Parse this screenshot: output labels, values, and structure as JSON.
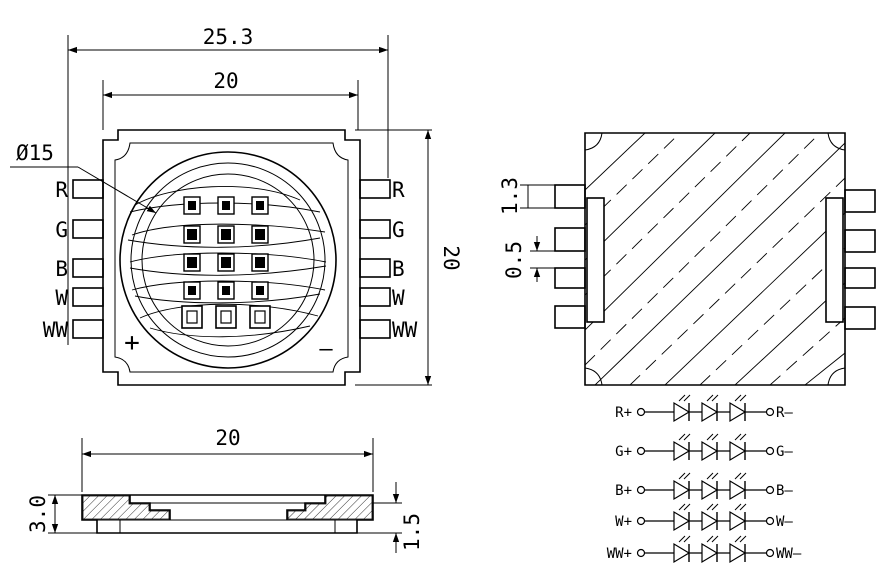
{
  "top_view": {
    "dim_overall_width": "25.3",
    "dim_body_width": "20",
    "dim_body_height": "20",
    "dim_lens_diameter": "Ø15",
    "pins_left": [
      "R",
      "G",
      "B",
      "W",
      "WW"
    ],
    "pins_right": [
      "R",
      "G",
      "B",
      "W",
      "WW"
    ],
    "polarity_plus": "+",
    "polarity_minus": "—"
  },
  "side_view": {
    "dim_width": "20",
    "dim_height": "3.0",
    "dim_step": "1.5"
  },
  "bottom_view": {
    "dim_pad_width": "1.3",
    "dim_pad_gap": "0.5"
  },
  "schematic": {
    "rows": [
      {
        "pos": "R+",
        "neg": "R—"
      },
      {
        "pos": "G+",
        "neg": "G—"
      },
      {
        "pos": "B+",
        "neg": "B—"
      },
      {
        "pos": "W+",
        "neg": "W—"
      },
      {
        "pos": "WW+",
        "neg": "WW—"
      }
    ]
  },
  "colors": {
    "line": "#000000",
    "background": "#ffffff"
  }
}
